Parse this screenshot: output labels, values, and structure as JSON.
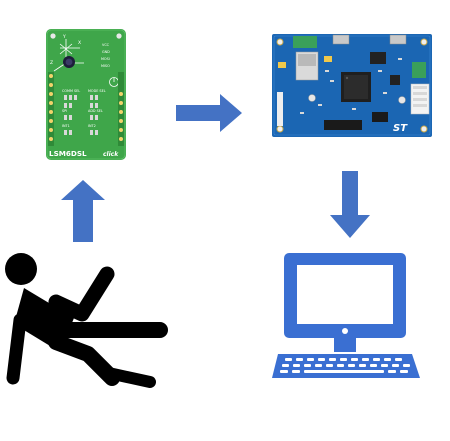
{
  "sensor_board": {
    "name": "LSM6DSL",
    "suffix": "click",
    "labels": {
      "comm_sel": "COMM SEL",
      "mode_sel": "MODE SEL",
      "add_sel": "ADD SEL",
      "vcc": "VCC",
      "gnd": "GND",
      "mosi": "MOSI",
      "miso": "MISO",
      "axis_x": "X",
      "axis_y": "Y",
      "axis_z": "Z",
      "spi": "SPI",
      "i2c": "I2C",
      "int1": "INT1",
      "int2": "INT2"
    }
  },
  "mcu_board": {
    "logo": "ST"
  },
  "colors": {
    "arrow": "#4472c4",
    "sensor_pcb": "#3fa64a",
    "mcu_pcb": "#1b66b3",
    "computer": "#3a6fd2",
    "person": "#000000"
  },
  "icons": [
    "arrow-right-icon",
    "arrow-up-icon",
    "arrow-down-icon",
    "falling-person-icon",
    "desktop-computer-icon"
  ]
}
